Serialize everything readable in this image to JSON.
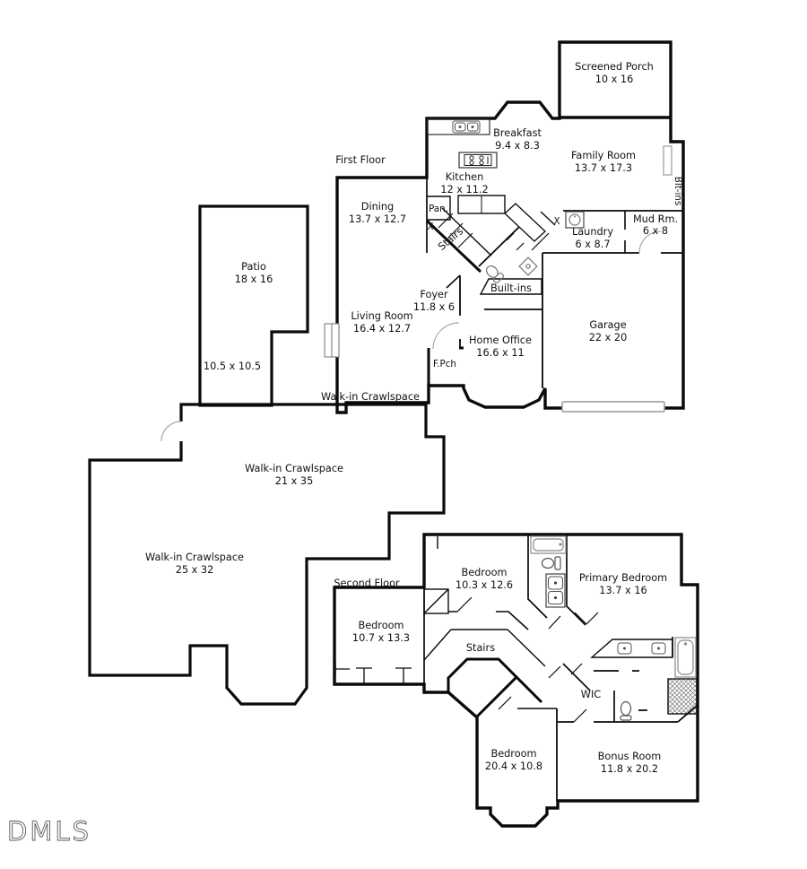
{
  "ff": {
    "title": "First Floor",
    "rooms": [
      {
        "name": "Screened Porch",
        "dims": "10 x 16"
      },
      {
        "name": "Family Room",
        "dims": "13.7 x 17.3"
      },
      {
        "name": "Breakfast",
        "dims": "9.4 x 8.3"
      },
      {
        "name": "Kitchen",
        "dims": "12 x 11.2"
      },
      {
        "name": "Dining",
        "dims": "13.7 x 12.7"
      },
      {
        "name": "Laundry",
        "dims": "6 x 8.7"
      },
      {
        "name": "Mud Rm.",
        "dims": "6 x 8"
      },
      {
        "name": "Foyer",
        "dims": "11.8 x 6"
      },
      {
        "name": "Living Room",
        "dims": "16.4 x 12.7"
      },
      {
        "name": "Home Office",
        "dims": "16.6 x 11"
      },
      {
        "name": "Garage",
        "dims": "22 x 20"
      },
      {
        "name": "Patio",
        "dims": "18 x 16"
      }
    ],
    "patio_extra_dims": "10.5 x 10.5",
    "labels": {
      "pantry": "Pan.",
      "stairs": "Stairs",
      "built_ins": "Built-ins",
      "blt_ins": "Blt-ins",
      "front_porch": "F.Pch",
      "stairs_x": "X",
      "laundry_x": "X"
    }
  },
  "crawlspace": {
    "label": "Walk-in Crawlspace",
    "areas": [
      {
        "name": "Walk-in Crawlspace",
        "dims": "21 x 35"
      },
      {
        "name": "Walk-in Crawlspace",
        "dims": "25 x 32"
      }
    ]
  },
  "sf": {
    "title": "Second Floor",
    "rooms": [
      {
        "name": "Bedroom",
        "dims": "10.3 x 12.6"
      },
      {
        "name": "Primary Bedroom",
        "dims": "13.7 x 16"
      },
      {
        "name": "Bedroom",
        "dims": "10.7 x 13.3"
      },
      {
        "name": "Bedroom",
        "dims": "20.4 x 10.8"
      },
      {
        "name": "Bonus Room",
        "dims": "11.8 x 20.2"
      }
    ],
    "labels": {
      "stairs": "Stairs",
      "wic": "WIC"
    }
  },
  "watermark": "DMLS",
  "colors": {
    "wall": "#0a0a0a",
    "fixture": "#777777",
    "door_arc": "#aaaaaa",
    "text": "#111111",
    "background": "#ffffff"
  }
}
